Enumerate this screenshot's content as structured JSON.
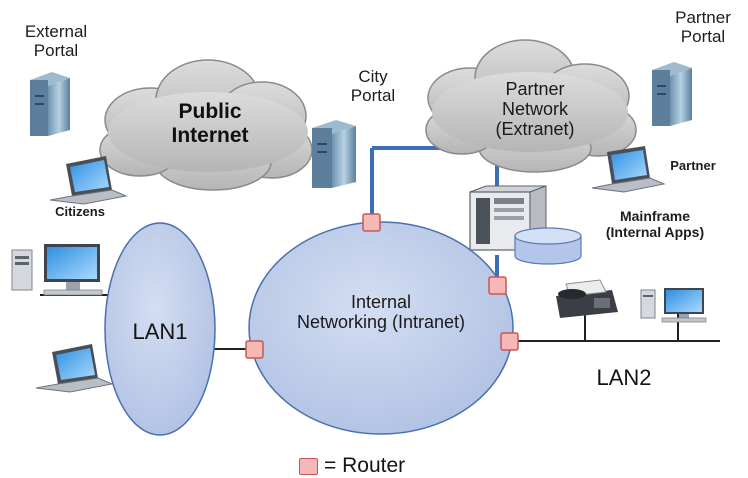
{
  "labels": {
    "external_portal": "External\nPortal",
    "partner_portal": "Partner\nPortal",
    "city_portal": "City\nPortal",
    "public_internet": "Public\nInternet",
    "partner_network": "Partner\nNetwork\n(Extranet)",
    "citizens": "Citizens",
    "partner": "Partner",
    "mainframe": "Mainframe\n(Internal Apps)",
    "lan1": "LAN1",
    "lan2": "LAN2",
    "intranet": "Internal\nNetworking (Intranet)"
  },
  "legend": {
    "text": "= Router"
  },
  "colors": {
    "cloud_fill": "#c9c9c9",
    "lan_fill": "#b9cbec",
    "router_fill": "#f6b7b7",
    "link_blue": "#3d6fb4",
    "line_dark": "#202020"
  },
  "icons": [
    "server-icon",
    "laptop-icon",
    "desktop-computer-icon",
    "fax-machine-icon",
    "mainframe-icon",
    "database-icon",
    "router-icon",
    "cloud-icon"
  ]
}
